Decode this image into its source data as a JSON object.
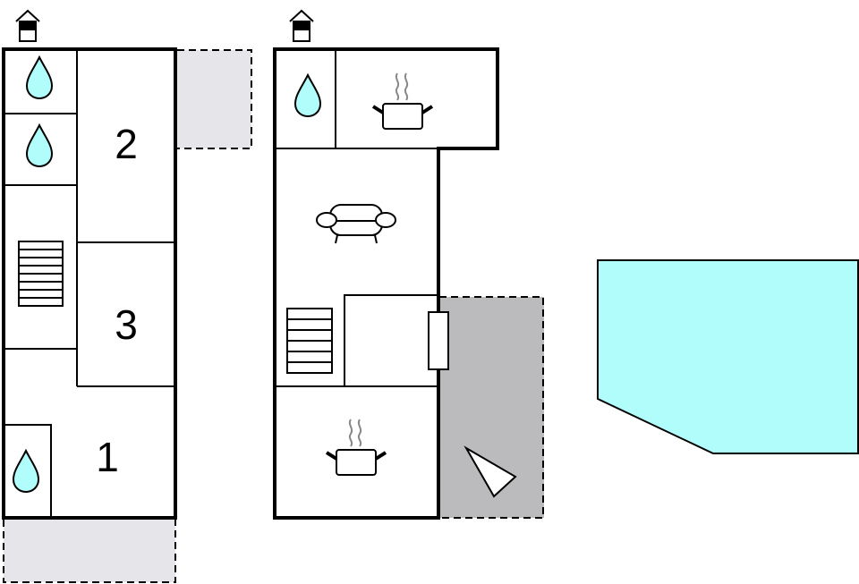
{
  "floors": {
    "ground_floor": {
      "entrance_icon": "house-entrance-icon",
      "room_labels": [
        "2",
        "3",
        "1"
      ],
      "icons": [
        "water-drop-icon",
        "water-drop-icon",
        "water-drop-icon",
        "stairs-icon"
      ]
    },
    "first_floor": {
      "entrance_icon": "house-entrance-icon",
      "icons": [
        "water-drop-icon",
        "cooking-pot-icon",
        "sofa-icon",
        "stairs-icon",
        "cooking-pot-icon",
        "door-icon",
        "view-direction-icon"
      ]
    },
    "pool": {
      "icon": "pool-shape"
    }
  },
  "colors": {
    "wall": "#000000",
    "water": "#b0fdfc",
    "terrace_light": "#e6e6ea",
    "terrace_dark": "#bbbbbd",
    "steam": "#888888"
  }
}
